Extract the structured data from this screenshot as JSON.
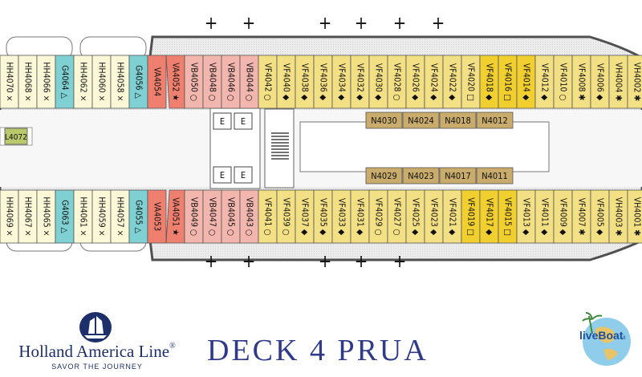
{
  "title": "DECK  4  PRUA",
  "brand": {
    "name": "Holland America Line",
    "registered": "®",
    "tagline": "SAVOR THE JOURNEY"
  },
  "watermark": {
    "line": "liveBoat",
    "suffix": ".it"
  },
  "colors": {
    "VF": "#f4e084",
    "VF_dark": "#f1cf2e",
    "VB": "#f3b6ae",
    "VA": "#ef7f6e",
    "HH": "#fbf8d8",
    "G": "#7fd0d3",
    "N": "#c9ab6b",
    "L": "#b9c86a",
    "deck": "#ececec",
    "hull": "#505050",
    "title": "#2f3b8a"
  },
  "top_row": [
    {
      "label": "HH4070",
      "sym": "×",
      "t": "HH"
    },
    {
      "label": "HH4068",
      "sym": "×",
      "t": "HH"
    },
    {
      "label": "HH4066",
      "sym": "×",
      "t": "HH"
    },
    {
      "label": "G4064",
      "sym": "△",
      "t": "G"
    },
    {
      "label": "HH4062",
      "sym": "×",
      "t": "HH"
    },
    {
      "label": "HH4060",
      "sym": "×",
      "t": "HH"
    },
    {
      "label": "HH4058",
      "sym": "×",
      "t": "HH"
    },
    {
      "label": "G4056",
      "sym": "△",
      "t": "G"
    },
    {
      "label": "VA4054",
      "sym": "",
      "t": "VA"
    },
    {
      "label": "VA4052",
      "sym": "★",
      "t": "VA"
    },
    {
      "label": "VB4050",
      "sym": "○",
      "t": "VB"
    },
    {
      "label": "VB4048",
      "sym": "○",
      "t": "VB"
    },
    {
      "label": "VB4046",
      "sym": "○",
      "t": "VB"
    },
    {
      "label": "VB4044",
      "sym": "○",
      "t": "VB"
    },
    {
      "label": "VF4042",
      "sym": "○",
      "t": "VF"
    },
    {
      "label": "VF4040",
      "sym": "◆",
      "t": "VF"
    },
    {
      "label": "VF4038",
      "sym": "◆",
      "t": "VF"
    },
    {
      "label": "VF4036",
      "sym": "◆",
      "t": "VF"
    },
    {
      "label": "VF4034",
      "sym": "◆",
      "t": "VF"
    },
    {
      "label": "VF4032",
      "sym": "◆",
      "t": "VF"
    },
    {
      "label": "VF4030",
      "sym": "◆",
      "t": "VF"
    },
    {
      "label": "VF4028",
      "sym": "○",
      "t": "VF"
    },
    {
      "label": "VF4026",
      "sym": "◆",
      "t": "VF"
    },
    {
      "label": "VF4024",
      "sym": "◆",
      "t": "VF"
    },
    {
      "label": "VF4022",
      "sym": "◆",
      "t": "VF"
    },
    {
      "label": "VF4020",
      "sym": "□",
      "t": "VF"
    },
    {
      "label": "VF4018",
      "sym": "◆",
      "t": "VFD"
    },
    {
      "label": "VF4016",
      "sym": "□",
      "t": "VFD"
    },
    {
      "label": "VF4014",
      "sym": "◆",
      "t": "VFD"
    },
    {
      "label": "VF4012",
      "sym": "◆",
      "t": "VF"
    },
    {
      "label": "VF4010",
      "sym": "○",
      "t": "VF"
    },
    {
      "label": "VF4008",
      "sym": "✱",
      "t": "VF"
    },
    {
      "label": "VF4006",
      "sym": "◆",
      "t": "VF"
    },
    {
      "label": "VH4004",
      "sym": "✱",
      "t": "VF"
    },
    {
      "label": "VH4002",
      "sym": "✱",
      "t": "VF"
    }
  ],
  "bottom_row": [
    {
      "label": "HH4069",
      "sym": "×",
      "t": "HH"
    },
    {
      "label": "HH4067",
      "sym": "×",
      "t": "HH"
    },
    {
      "label": "HH4065",
      "sym": "×",
      "t": "HH"
    },
    {
      "label": "G4063",
      "sym": "△",
      "t": "G"
    },
    {
      "label": "HH4061",
      "sym": "×",
      "t": "HH"
    },
    {
      "label": "HH4059",
      "sym": "×",
      "t": "HH"
    },
    {
      "label": "HH4057",
      "sym": "×",
      "t": "HH"
    },
    {
      "label": "G4055",
      "sym": "△",
      "t": "G"
    },
    {
      "label": "VA4053",
      "sym": "",
      "t": "VA"
    },
    {
      "label": "VA4051",
      "sym": "★",
      "t": "VA"
    },
    {
      "label": "VB4049",
      "sym": "○",
      "t": "VB"
    },
    {
      "label": "VB4047",
      "sym": "○",
      "t": "VB"
    },
    {
      "label": "VB4045",
      "sym": "○",
      "t": "VB"
    },
    {
      "label": "VB4043",
      "sym": "○",
      "t": "VB"
    },
    {
      "label": "VF4041",
      "sym": "○",
      "t": "VF"
    },
    {
      "label": "VF4039",
      "sym": "○",
      "t": "VF"
    },
    {
      "label": "VF4037",
      "sym": "◆",
      "t": "VF"
    },
    {
      "label": "VF4035",
      "sym": "◆",
      "t": "VF"
    },
    {
      "label": "VF4033",
      "sym": "◆",
      "t": "VF"
    },
    {
      "label": "VF4031",
      "sym": "◆",
      "t": "VF"
    },
    {
      "label": "VF4029",
      "sym": "○",
      "t": "VF"
    },
    {
      "label": "VF4027",
      "sym": "○",
      "t": "VF"
    },
    {
      "label": "VF4025",
      "sym": "◆",
      "t": "VF"
    },
    {
      "label": "VF4023",
      "sym": "◆",
      "t": "VF"
    },
    {
      "label": "VF4021",
      "sym": "◆",
      "t": "VF"
    },
    {
      "label": "VF4019",
      "sym": "□",
      "t": "VFD"
    },
    {
      "label": "VF4017",
      "sym": "◆",
      "t": "VFD"
    },
    {
      "label": "VF4015",
      "sym": "□",
      "t": "VFD"
    },
    {
      "label": "VF4013",
      "sym": "◆",
      "t": "VF"
    },
    {
      "label": "VF4011",
      "sym": "◆",
      "t": "VF"
    },
    {
      "label": "VF4009",
      "sym": "◆",
      "t": "VF"
    },
    {
      "label": "VF4007",
      "sym": "✱",
      "t": "VF"
    },
    {
      "label": "VF4005",
      "sym": "◆",
      "t": "VF"
    },
    {
      "label": "VH4003",
      "sym": "✱",
      "t": "VF"
    },
    {
      "label": "VH4001",
      "sym": "✱",
      "t": "VF"
    }
  ],
  "inner_top": [
    "N4030",
    "N4024",
    "N4018",
    "N4012"
  ],
  "inner_bottom": [
    "N4029",
    "N4023",
    "N4017",
    "N4011"
  ],
  "side_cabin": "L4072",
  "plus_sign": "+",
  "elevators": [
    "E",
    "E",
    "E",
    "E"
  ]
}
